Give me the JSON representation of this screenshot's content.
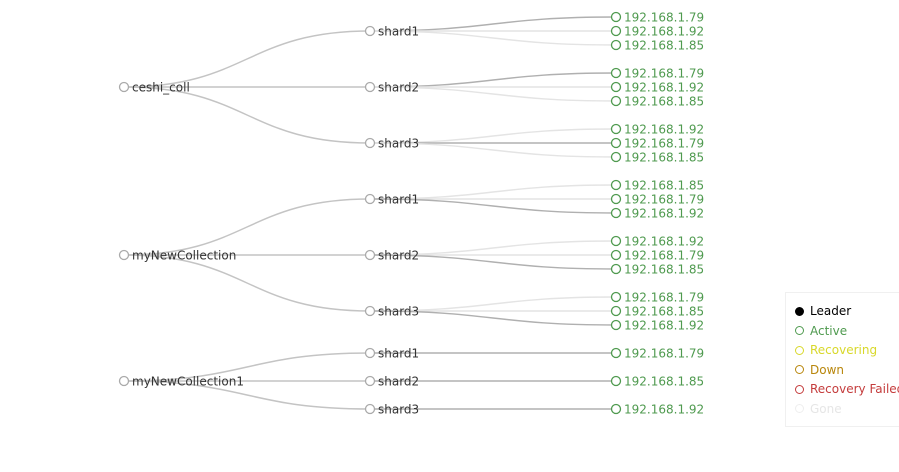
{
  "collections": [
    {
      "name": "ceshi_coll",
      "shards": [
        {
          "name": "shard1",
          "replicas": [
            {
              "ip": "192.168.1.79",
              "state": "leader"
            },
            {
              "ip": "192.168.1.92",
              "state": "active"
            },
            {
              "ip": "192.168.1.85",
              "state": "active"
            }
          ]
        },
        {
          "name": "shard2",
          "replicas": [
            {
              "ip": "192.168.1.79",
              "state": "leader"
            },
            {
              "ip": "192.168.1.92",
              "state": "active"
            },
            {
              "ip": "192.168.1.85",
              "state": "active"
            }
          ]
        },
        {
          "name": "shard3",
          "replicas": [
            {
              "ip": "192.168.1.92",
              "state": "active"
            },
            {
              "ip": "192.168.1.79",
              "state": "leader"
            },
            {
              "ip": "192.168.1.85",
              "state": "active"
            }
          ]
        }
      ]
    },
    {
      "name": "myNewCollection",
      "shards": [
        {
          "name": "shard1",
          "replicas": [
            {
              "ip": "192.168.1.85",
              "state": "active"
            },
            {
              "ip": "192.168.1.79",
              "state": "active"
            },
            {
              "ip": "192.168.1.92",
              "state": "leader"
            }
          ]
        },
        {
          "name": "shard2",
          "replicas": [
            {
              "ip": "192.168.1.92",
              "state": "active"
            },
            {
              "ip": "192.168.1.79",
              "state": "active"
            },
            {
              "ip": "192.168.1.85",
              "state": "leader"
            }
          ]
        },
        {
          "name": "shard3",
          "replicas": [
            {
              "ip": "192.168.1.79",
              "state": "active"
            },
            {
              "ip": "192.168.1.85",
              "state": "active"
            },
            {
              "ip": "192.168.1.92",
              "state": "leader"
            }
          ]
        }
      ]
    },
    {
      "name": "myNewCollection1",
      "shards": [
        {
          "name": "shard1",
          "replicas": [
            {
              "ip": "192.168.1.79",
              "state": "leader"
            }
          ]
        },
        {
          "name": "shard2",
          "replicas": [
            {
              "ip": "192.168.1.85",
              "state": "leader"
            }
          ]
        },
        {
          "name": "shard3",
          "replicas": [
            {
              "ip": "192.168.1.92",
              "state": "leader"
            }
          ]
        }
      ]
    }
  ],
  "legend": [
    {
      "key": "leader",
      "label": "Leader",
      "color": "#000000",
      "text_color": "#000000",
      "filled": true
    },
    {
      "key": "active",
      "label": "Active",
      "color": "#4f9a4f",
      "text_color": "#4f9a4f",
      "filled": false
    },
    {
      "key": "recovering",
      "label": "Recovering",
      "color": "#d8d82a",
      "text_color": "#d8d82a",
      "filled": false
    },
    {
      "key": "down",
      "label": "Down",
      "color": "#b8860b",
      "text_color": "#b8860b",
      "filled": false
    },
    {
      "key": "recovery_failed",
      "label": "Recovery Failed",
      "color": "#c43c3c",
      "text_color": "#c43c3c",
      "filled": false
    },
    {
      "key": "gone",
      "label": "Gone",
      "color": "#eeeeee",
      "text_color": "#e6e6e6",
      "filled": false
    }
  ],
  "colors": {
    "node_stroke": "#aaaaaa",
    "label_text": "#333333",
    "leader_link": "#b0b0b0",
    "replica_link": "#e4e4e4",
    "collection_link": "#c4c4c4",
    "leader_fill": "#000000",
    "active_stroke": "#4f9a4f",
    "replica_text": "#4f9a4f"
  }
}
